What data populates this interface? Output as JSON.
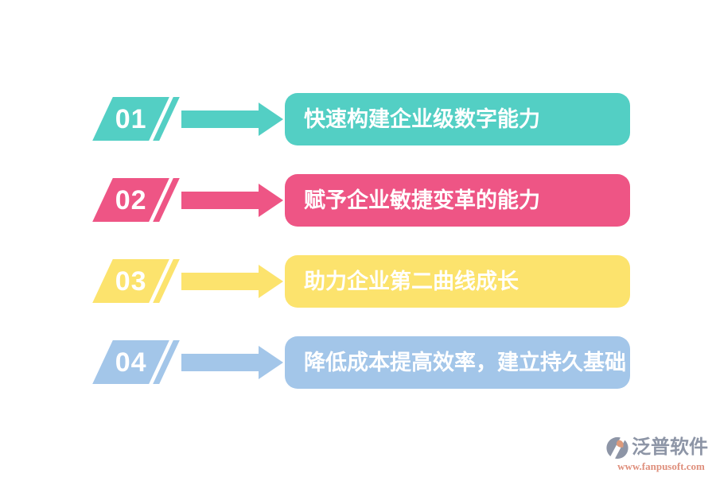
{
  "steps": [
    {
      "number": "01",
      "label": "快速构建企业级数字能力",
      "color": "#53cfc4"
    },
    {
      "number": "02",
      "label": "赋予企业敏捷变革的能力",
      "color": "#ee5585"
    },
    {
      "number": "03",
      "label": "助力企业第二曲线成长",
      "color": "#fce36d"
    },
    {
      "number": "04",
      "label": "降低成本提高效率，建立持久基础",
      "color": "#a3c6e9"
    }
  ],
  "watermark": {
    "brand": "泛普软件",
    "url": "www.fanpusoft.com",
    "brand_color": "#8d95a6",
    "url_color": "#df8f7c",
    "icon_gray": "#8d95a6",
    "icon_salmon": "#dd9a7b",
    "icon_name": "fanpu-logo-icon"
  }
}
